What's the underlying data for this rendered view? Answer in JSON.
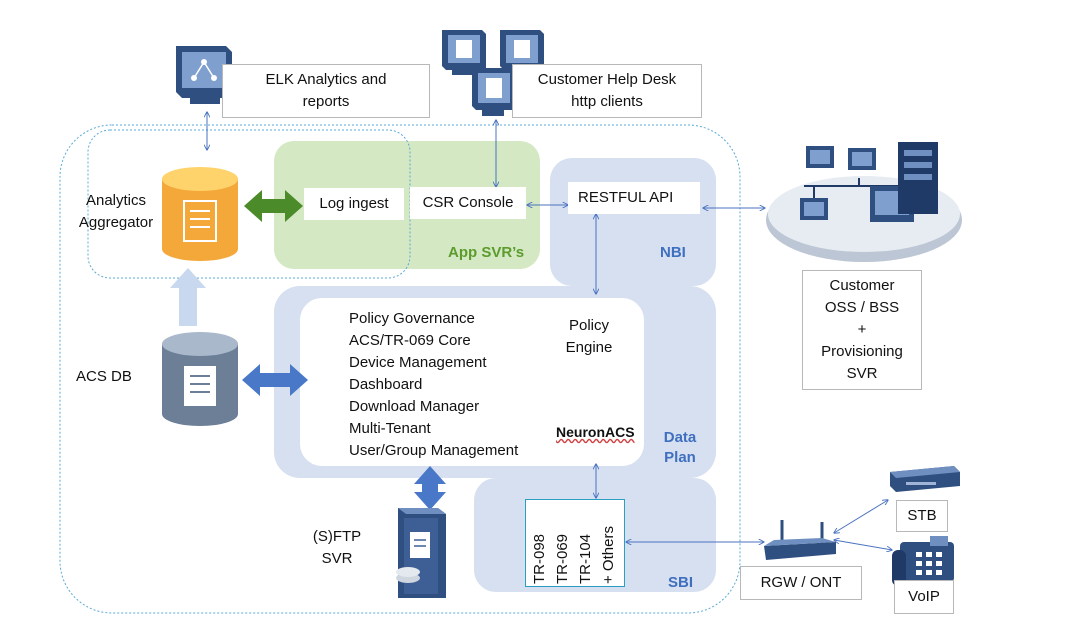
{
  "top": {
    "elk": [
      "ELK Analytics and",
      "reports"
    ],
    "helpdesk": [
      "Customer Help Desk",
      "http clients"
    ]
  },
  "left": {
    "analytics": [
      "Analytics",
      "Aggregator"
    ],
    "acsdb": "ACS DB",
    "sftp": [
      "(S)FTP",
      "SVR"
    ]
  },
  "app": {
    "log_ingest": "Log ingest",
    "csr_console": "CSR Console",
    "label": "App SVR’s"
  },
  "nbi": {
    "restful": "RESTFUL API",
    "label": "NBI"
  },
  "core": {
    "features": [
      "Policy Governance",
      "ACS/TR-069 Core",
      "Device Management",
      "Dashboard",
      "Download Manager",
      "Multi-Tenant",
      "User/Group Management"
    ],
    "policy_engine": [
      "Policy",
      "Engine"
    ],
    "product": "NeuronACS",
    "data_plan": [
      "Data",
      "Plan"
    ]
  },
  "sbi": {
    "protocols": [
      "TR-098",
      "TR-069",
      "TR-104",
      "+ Others"
    ],
    "label": "SBI"
  },
  "right": {
    "customer_oss": [
      "Customer",
      "OSS / BSS",
      "+",
      "Provisioning",
      "SVR"
    ],
    "rgw": "RGW / ONT",
    "stb": "STB",
    "voip": "VoIP"
  },
  "colors": {
    "green_region": "#d4e8c4",
    "blue_region": "#d6e0f0",
    "dark_green_arrow": "#4b8b2a",
    "blue_arrow": "#4a78c8",
    "light_blue_arrow": "#c8d8ee",
    "orange_cyl": "#f5a83a",
    "gray_cyl": "#6c7f96",
    "connector": "#4a72c0"
  }
}
